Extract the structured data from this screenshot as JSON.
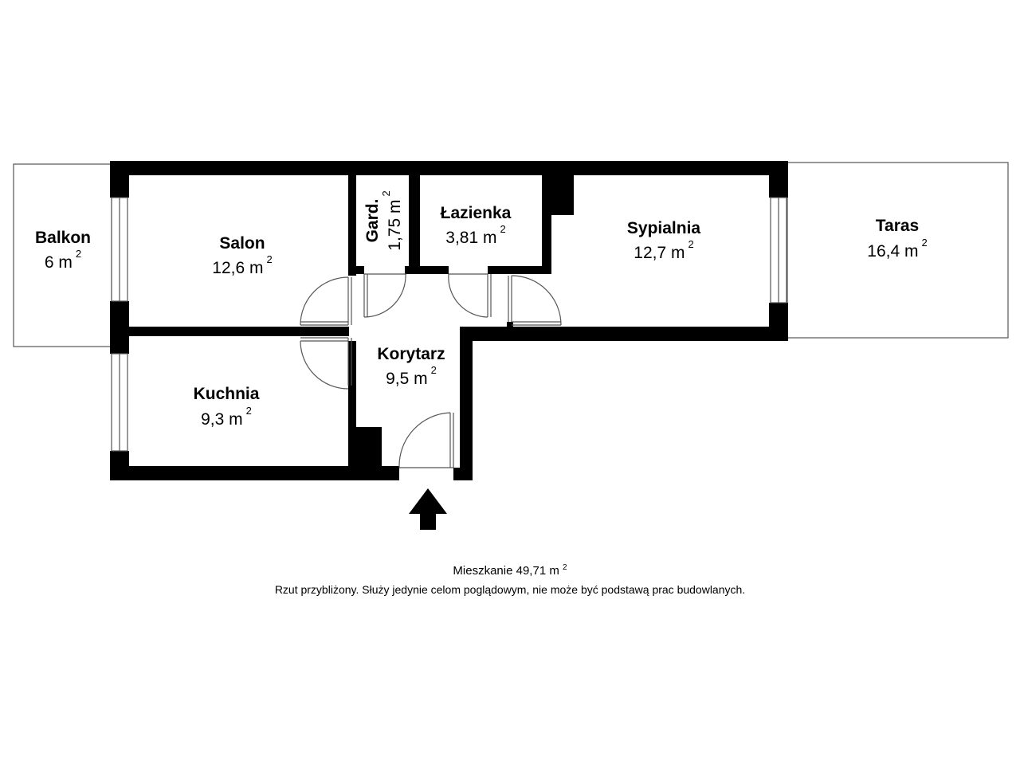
{
  "rooms": {
    "balkon": {
      "name": "Balkon",
      "area": "6 m",
      "sup": "2"
    },
    "salon": {
      "name": "Salon",
      "area": "12,6 m",
      "sup": "2"
    },
    "kuchnia": {
      "name": "Kuchnia",
      "area": "9,3 m",
      "sup": "2"
    },
    "gard": {
      "name": "Gard.",
      "area": "1,75 m",
      "sup": "2"
    },
    "lazienka": {
      "name": "Łazienka",
      "area": "3,81 m",
      "sup": "2"
    },
    "korytarz": {
      "name": "Korytarz",
      "area": "9,5 m",
      "sup": "2"
    },
    "sypialnia": {
      "name": "Sypialnia",
      "area": "12,7 m",
      "sup": "2"
    },
    "taras": {
      "name": "Taras",
      "area": "16,4 m",
      "sup": "2"
    }
  },
  "footer": {
    "total": "Mieszkanie 49,71 m",
    "total_sup": "2",
    "note": "Rzut przybliżony. Służy jedynie celom poglądowym, nie może być podstawą prac budowlanych."
  },
  "colors": {
    "wall": "#000000",
    "line": "#555555",
    "background": "#ffffff"
  }
}
